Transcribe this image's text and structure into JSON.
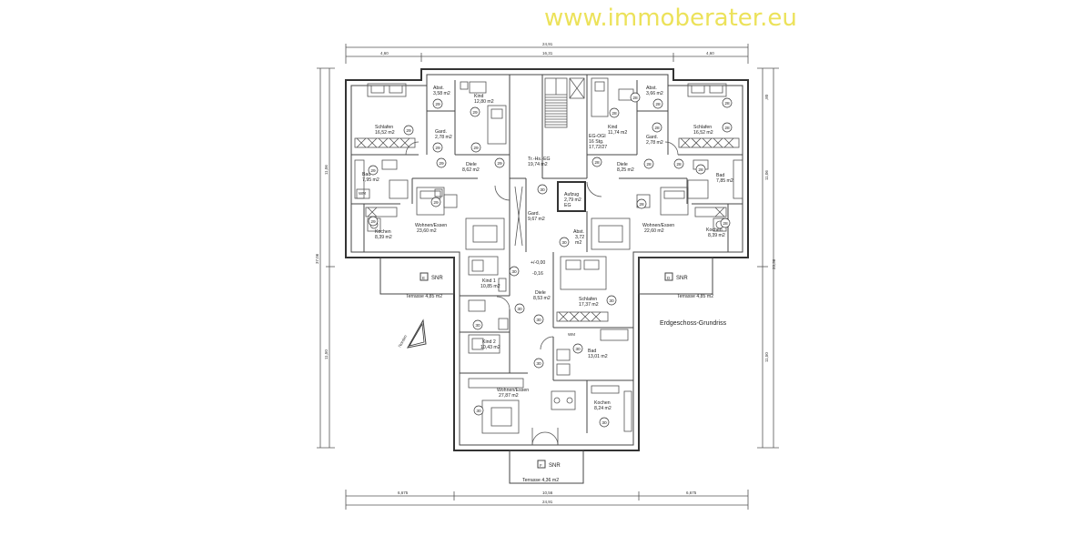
{
  "watermark": "www.immoberater.eu",
  "plan_title": "Erdgeschoss-Grundriss",
  "dimensions": {
    "top_total": "24,91",
    "top_middle": "16,31",
    "top_left": "4,60",
    "top_right": "4,60",
    "bottom_left": "6,675",
    "bottom_middle": "10,56",
    "bottom_right": "6,675",
    "bottom_total": "24,91",
    "left_upper": "11,06",
    "left_total": "37,06",
    "left_lower": "11,50",
    "right_top": ",80",
    "right_upper": "11,06",
    "right_total": "23,36",
    "right_lower": "11,50"
  },
  "rooms": {
    "w_abst": "Abst.",
    "w_abst_area": "3,58 m2",
    "w_kind": "Kind",
    "w_kind_area": "12,80 m2",
    "w_schlafen": "Schlafen",
    "w_schlafen_area": "16,52 m2",
    "w_gard": "Gard.",
    "w_gard_area": "2,78 m2",
    "w_diele": "Diele",
    "w_diele_area": "8,62 m2",
    "w_bad": "Bad",
    "w_bad_area": "7,95 m2",
    "w_wohnen": "Wohnen/Essen",
    "w_wohnen_area": "23,60 m2",
    "w_kochen": "Kochen",
    "w_kochen_area": "8,39 m2",
    "treppe": "Tr.-Hs.-EG",
    "treppe_area": "19,74 m2",
    "eg_og": "EG-OGI",
    "stg": "16 Stg.",
    "stg_dim": "17,72/27",
    "aufzug": "Aufzug",
    "aufzug_area": "2,79 m2",
    "aufzug_eg": "EG",
    "c_gard": "Gard.",
    "c_gard_area": "9,67 m2",
    "c_abst": "Abst.",
    "c_abst_area": "3,72",
    "c_abst_unit": "m2",
    "e_abst": "Abst.",
    "e_abst_area": "3,66 m2",
    "e_kind": "Kind",
    "e_kind_area": "11,74 m2",
    "e_schlafen": "Schlafen",
    "e_schlafen_area": "16,52 m2",
    "e_gard": "Gard.",
    "e_gard_area": "2,78 m2",
    "e_diele": "Diele",
    "e_diele_area": "8,25 m2",
    "e_bad": "Bad",
    "e_bad_area": "7,85 m2",
    "e_wohnen": "Wohnen/Essen",
    "e_wohnen_area": "22,60 m2",
    "e_kochen": "Kochen",
    "e_kochen_area": "8,39 m2",
    "s_kind1": "Kind 1",
    "s_kind1_area": "10,85 m2",
    "s_level1": "+/-0,00",
    "s_level2": "-0,16",
    "s_diele": "Diele",
    "s_diele_area": "8,53 m2",
    "s_schlafen": "Schlafen",
    "s_schlafen_area": "17,37 m2",
    "s_kind2": "Kind 2",
    "s_kind2_area": "10,43 m2",
    "s_bad": "Bad",
    "s_bad_area": "13,01 m2",
    "s_wm": "WM",
    "s_wohnen": "Wohnen/Essen",
    "s_wohnen_area": "27,87 m2",
    "s_kochen": "Kochen",
    "s_kochen_area": "8,24 m2",
    "wm_left": "WM"
  },
  "badges": {
    "apt_w": "29",
    "apt_e": "28",
    "apt_c": "30"
  },
  "terraces": {
    "e_letter": "E",
    "e_snr": "SNR",
    "e_label": "Terrasse 4,85 m2",
    "d_letter": "D",
    "d_snr": "SNR",
    "d_label": "Terrasse 4,85 m2",
    "f_letter": "F",
    "f_snr": "SNR",
    "f_label": "Terrasse 4,36 m2"
  },
  "north_label": "Norden"
}
